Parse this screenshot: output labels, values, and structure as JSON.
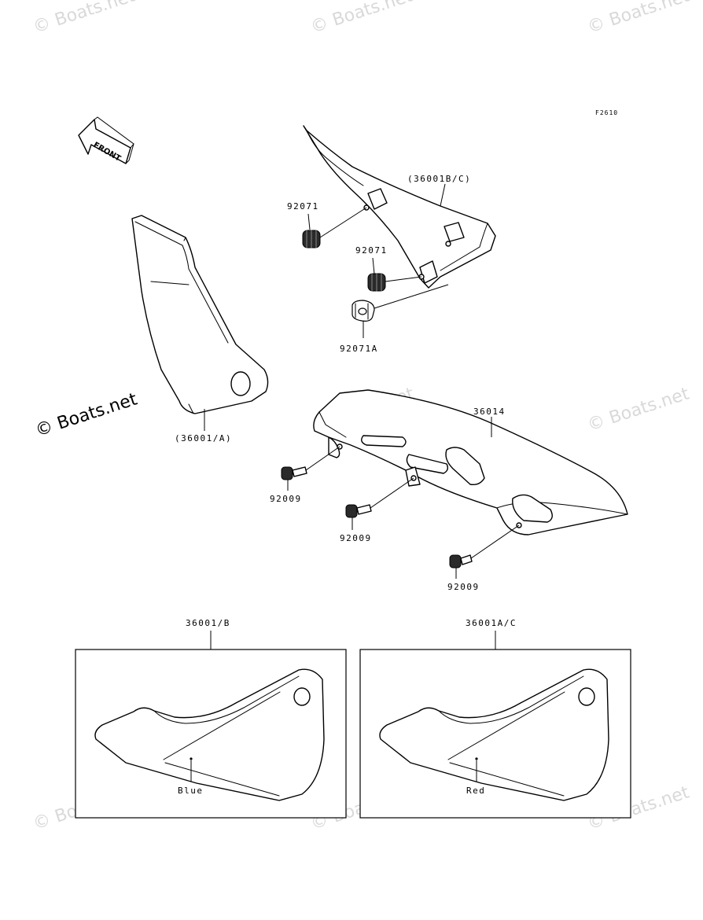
{
  "figure_code": "F2610",
  "front_arrow_label": "FRONT",
  "watermark_text": "© Boats.net",
  "labels": {
    "cover_left": "(36001/A)",
    "cover_upper": "(36001B/C)",
    "grommet_1": "92071",
    "grommet_2": "92071",
    "grommet_3": "92071A",
    "chain_cover": "36014",
    "bolt_1": "92009",
    "bolt_2": "92009",
    "bolt_3": "92009",
    "box_left_title": "36001/B",
    "box_right_title": "36001A/C",
    "box_left_color": "Blue",
    "box_right_color": "Red"
  },
  "colors": {
    "line": "#000000",
    "watermark": "#d9d9d9"
  }
}
